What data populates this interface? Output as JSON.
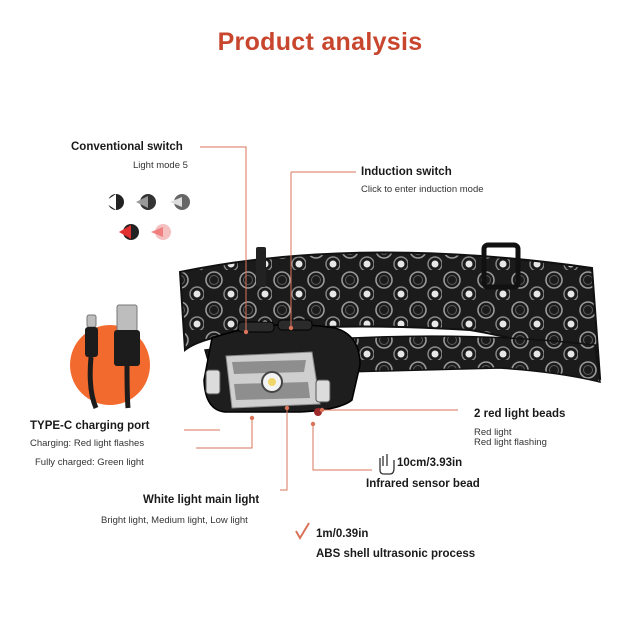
{
  "title": "Product analysis",
  "colors": {
    "accent": "#c8462e",
    "leader": "#d9745a",
    "strap": "#1c1c1c",
    "orange_blob": "#f26a2e"
  },
  "labels": {
    "conventional_switch": {
      "heading": "Conventional switch",
      "detail": "Light mode 5"
    },
    "induction_switch": {
      "heading": "Induction switch",
      "detail": "Click to enter induction mode"
    },
    "type_c": {
      "heading": "TYPE-C charging port",
      "detail_1": "Charging: Red light flashes",
      "detail_2": "Fully charged: Green light"
    },
    "red_beads": {
      "heading": "2 red light beads",
      "detail_1": "Red light",
      "detail_2": "Red light flashing"
    },
    "sensor": {
      "distance": "10cm/3.93in",
      "heading": "Infrared sensor bead"
    },
    "white_light": {
      "heading": "White light main light",
      "detail": "Bright light, Medium light, Low light"
    },
    "abs_shell": {
      "distance": "1m/0.39in",
      "heading": "ABS shell ultrasonic process"
    }
  },
  "icons": [
    "light-mode-icons",
    "hand-wave-icon",
    "usb-c-cable-icon",
    "check-icon"
  ]
}
